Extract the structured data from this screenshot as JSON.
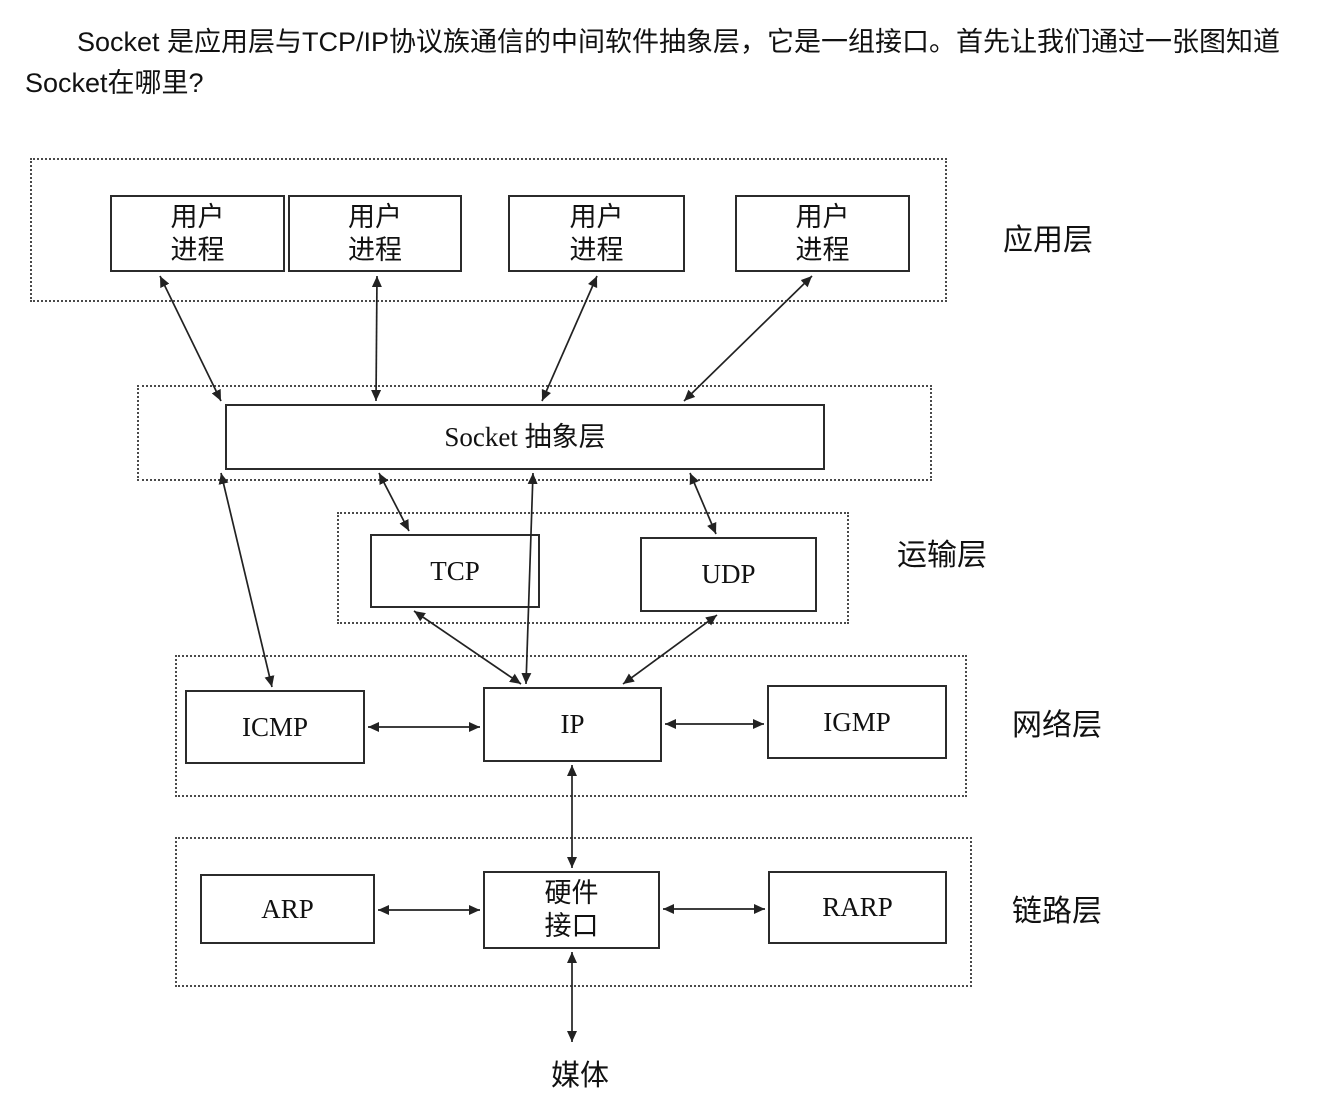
{
  "intro": {
    "text": "Socket 是应用层与TCP/IP协议族通信的中间软件抽象层，它是一组接口。首先让我们通过一张图知道Socket在哪里?"
  },
  "diagram": {
    "layer_labels": {
      "application": "应用层",
      "transport": "运输层",
      "network": "网络层",
      "link": "链路层"
    },
    "boxes": {
      "user_process": "用户\n进程",
      "socket": "Socket 抽象层",
      "tcp": "TCP",
      "udp": "UDP",
      "icmp": "ICMP",
      "ip": "IP",
      "igmp": "IGMP",
      "arp": "ARP",
      "hw_interface": "硬件\n接口",
      "rarp": "RARP",
      "media": "媒体"
    }
  }
}
